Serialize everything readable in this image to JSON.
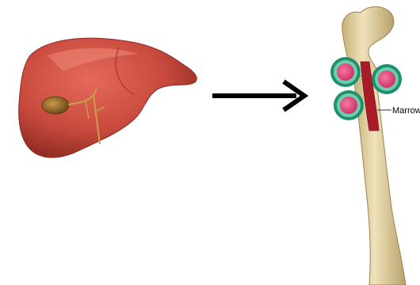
{
  "labels": {
    "marrow": "Marrow"
  },
  "colors": {
    "liver": "#c84a3e",
    "liver_dark": "#8e2a22",
    "gallbladder": "#9a6a2a",
    "bone": "#e6d5a6",
    "bone_shadow": "#b8a06a",
    "marrow": "#a81c28",
    "cell_ring": "#1f8f6e",
    "cell_core": "#e0457a",
    "arrow": "#000000"
  },
  "icons": {
    "source": "liver-illustration",
    "target": "femur-bone-illustration",
    "connector": "right-arrow-icon"
  }
}
